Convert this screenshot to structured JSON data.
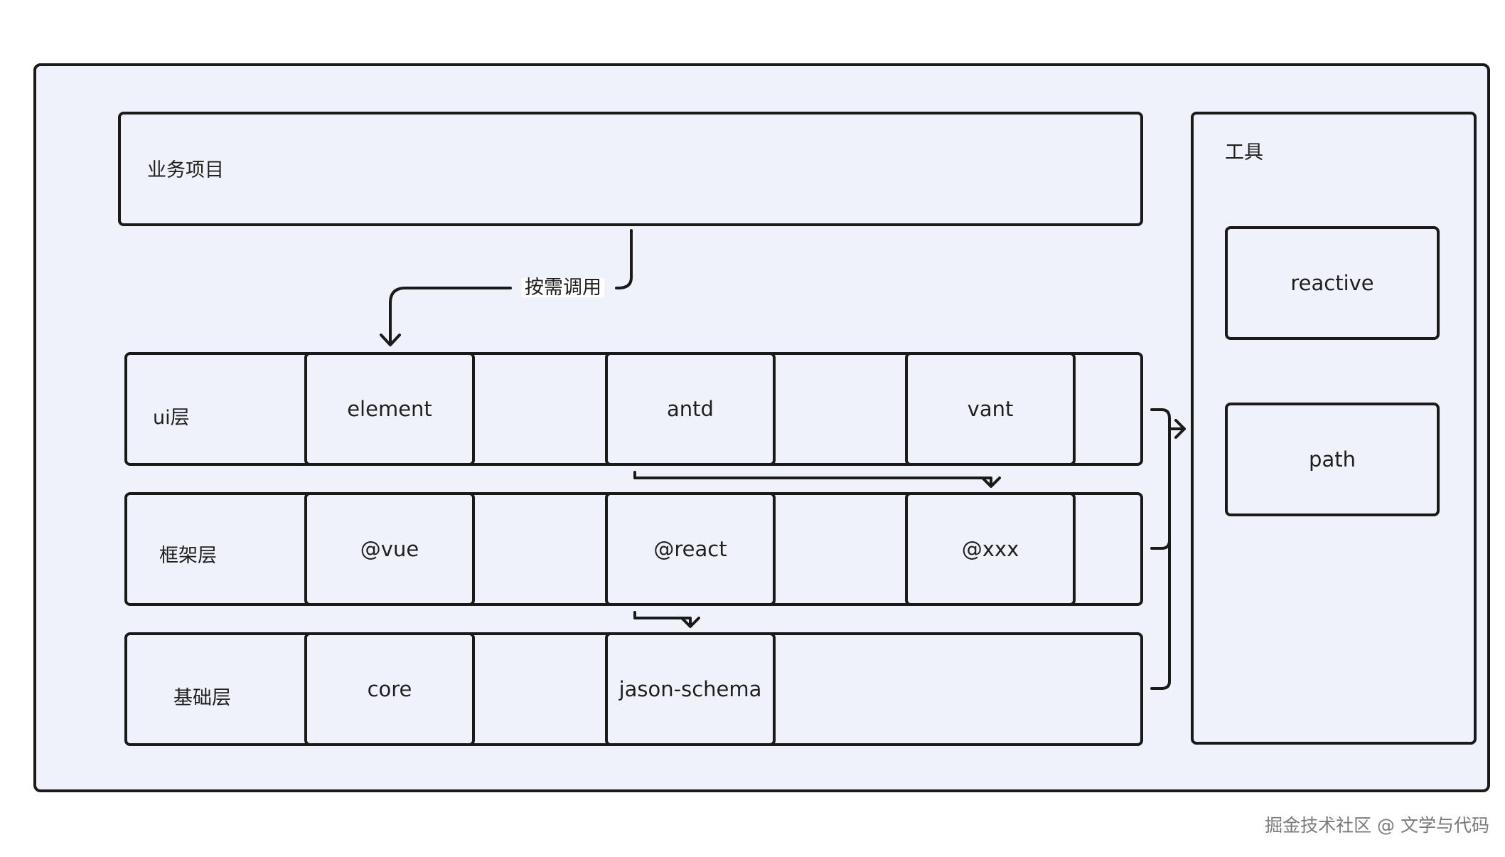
{
  "business": {
    "label": "业务项目"
  },
  "call_label": "按需调用",
  "tools": {
    "title": "工具",
    "items": [
      "reactive",
      "path"
    ]
  },
  "layers": {
    "ui": {
      "label": "ui层",
      "items": [
        "element",
        "antd",
        "vant"
      ]
    },
    "framework": {
      "label": "框架层",
      "items": [
        "@vue",
        "@react",
        "@xxx"
      ]
    },
    "base": {
      "label": "基础层",
      "items": [
        "core",
        "jason-schema"
      ]
    }
  },
  "watermark": "掘金技术社区 @ 文学与代码"
}
